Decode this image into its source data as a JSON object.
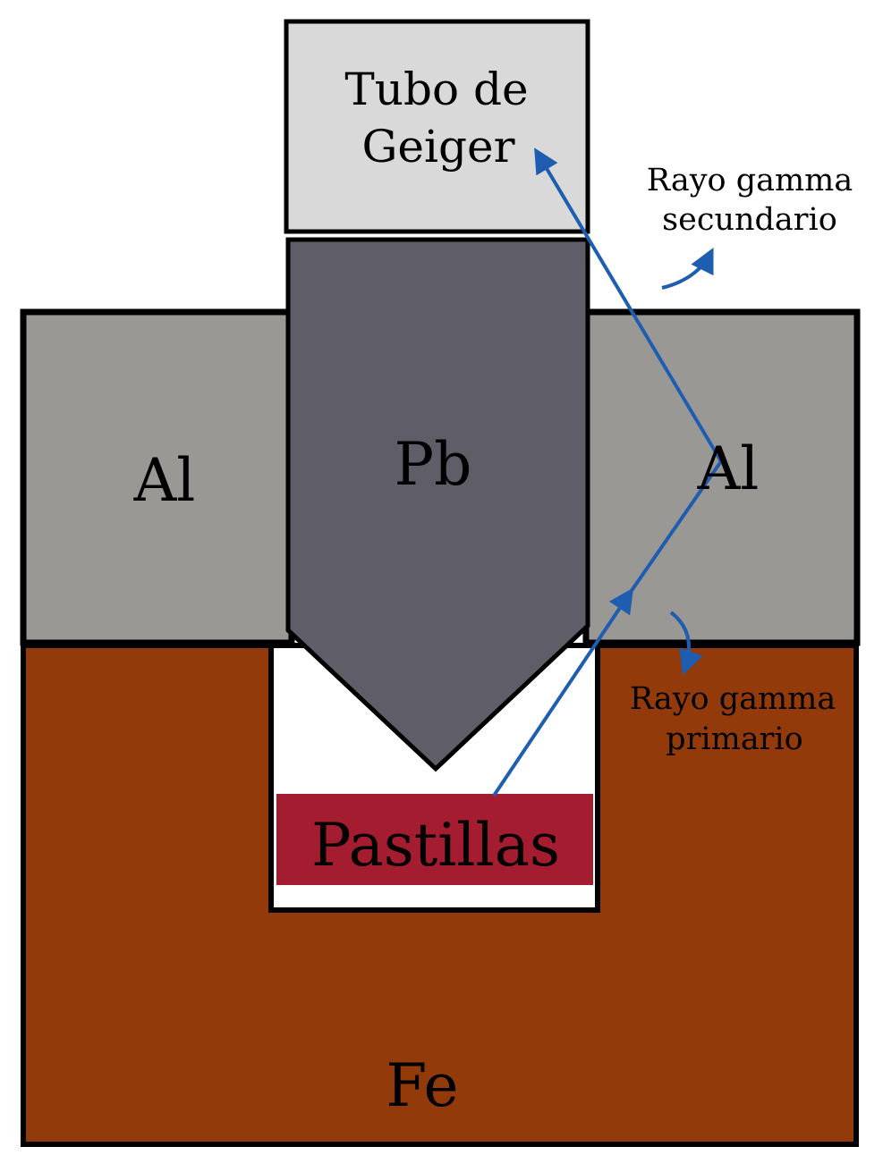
{
  "labels": {
    "geiger_line1": "Tubo de",
    "geiger_line2": "Geiger",
    "pb": "Pb",
    "al_left": "Al",
    "al_right": "Al",
    "pastillas": "Pastillas",
    "fe": "Fe",
    "secondary_line1": "Rayo gamma",
    "secondary_line2": "secundario",
    "primary_line1": "Rayo gamma",
    "primary_line2": "primario"
  },
  "colors": {
    "geiger": "#dad9da",
    "lead": "#5e5d68",
    "aluminum": "#9a9894",
    "iron": "#933a0a",
    "pellets": "#a41c2f",
    "ray": "#1e5db0",
    "outline": "#000000"
  }
}
